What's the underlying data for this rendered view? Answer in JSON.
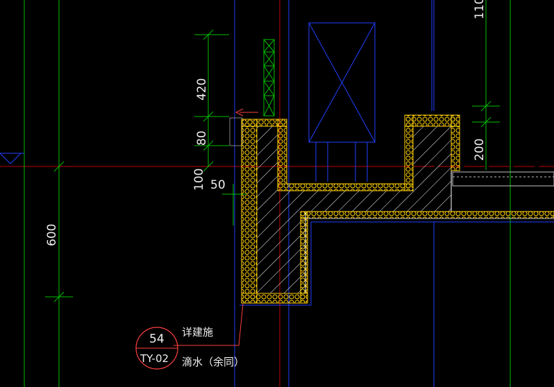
{
  "drawing": {
    "colors": {
      "background": "#000000",
      "dimension_line": "#00c000",
      "axis_red": "#c00000",
      "wall_blue": "#2040ff",
      "insulation_yellow": "#ffd000",
      "concrete_hatch": "#ffffff",
      "text": "#f0f0f0"
    },
    "dimensions": {
      "d420": "420",
      "d80": "80",
      "d100": "100",
      "d50": "50",
      "d600": "600",
      "d200": "200",
      "d110": "110"
    },
    "detail_callout": {
      "number": "54",
      "sheet": "TY-02",
      "note_line1": "详建施",
      "note_line2": "滴水（余同）"
    }
  }
}
